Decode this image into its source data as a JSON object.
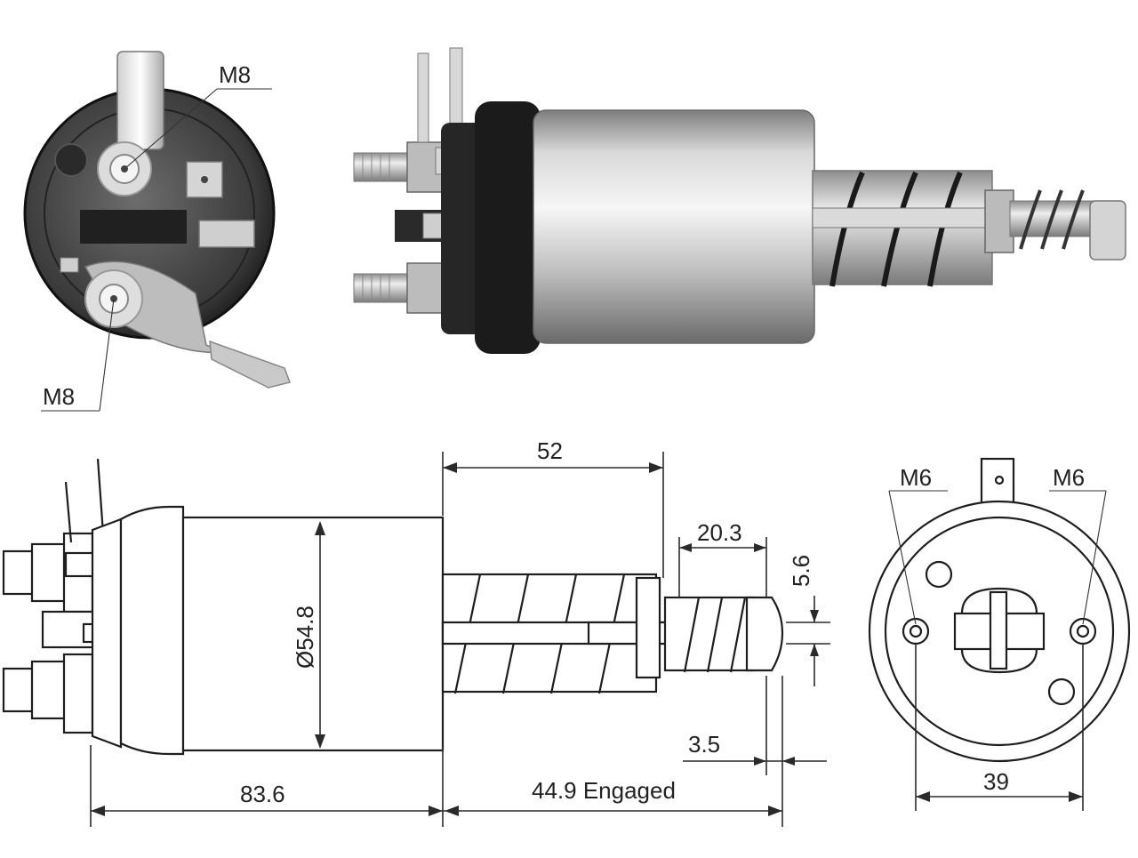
{
  "labels": {
    "photo_front_top": "M8",
    "photo_front_bottom": "M8",
    "diameter": "Ø54.8",
    "length_body": "83.6",
    "length_engaged": "44.9 Engaged",
    "plunger_length": "52",
    "spring_length": "20.3",
    "rod_diameter": "5.6",
    "rod_offset": "3.5",
    "end_left_thread": "M6",
    "end_right_thread": "M6",
    "end_width": "39"
  },
  "colors": {
    "line": "#2a2a2a",
    "metal_light": "#e9e9e9",
    "metal_dark": "#8a8a8a",
    "black_cap": "#1b1b1b"
  }
}
